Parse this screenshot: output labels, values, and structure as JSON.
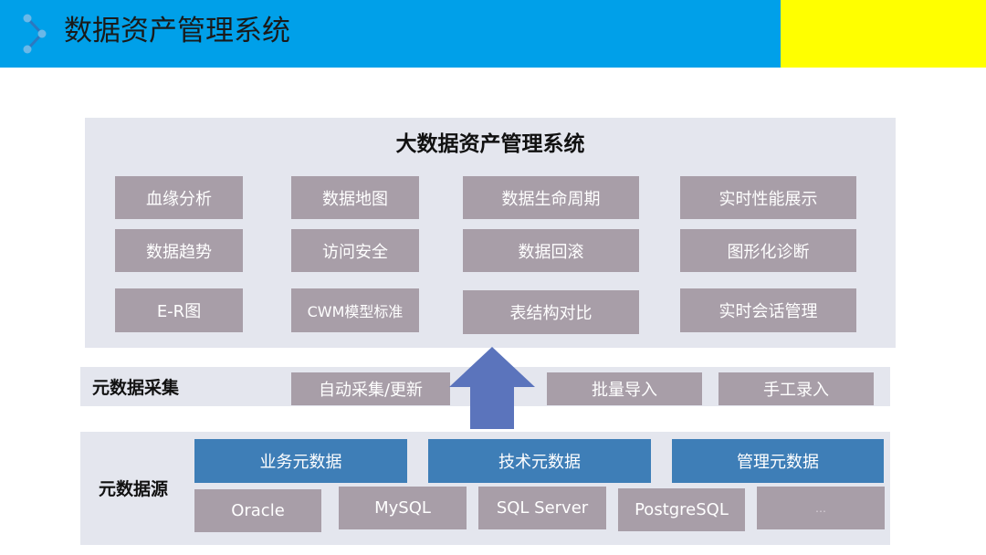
{
  "header": {
    "title": "数据资产管理系统"
  },
  "system": {
    "title": "大数据资产管理系统",
    "modules": [
      "血缘分析",
      "数据地图",
      "数据生命周期",
      "实时性能展示",
      "数据趋势",
      "访问安全",
      "数据回滚",
      "图形化诊断",
      "E-R图",
      "CWM模型标准",
      "表结构对比",
      "实时会话管理"
    ]
  },
  "collection": {
    "label": "元数据采集",
    "items": [
      "自动采集/更新",
      "批量导入",
      "手工录入"
    ]
  },
  "source": {
    "label": "元数据源",
    "types": [
      "业务元数据",
      "技术元数据",
      "管理元数据"
    ],
    "databases": [
      "Oracle",
      "MySQL",
      "SQL Server",
      "PostgreSQL",
      "…"
    ]
  },
  "colors": {
    "header_blue": "#00A0E9",
    "header_yellow": "#FFFF00",
    "panel_bg": "#E4E6EE",
    "module_box": "#A89EA8",
    "metadata_type_box": "#3E7EB7",
    "arrow": "#5B74BC"
  }
}
